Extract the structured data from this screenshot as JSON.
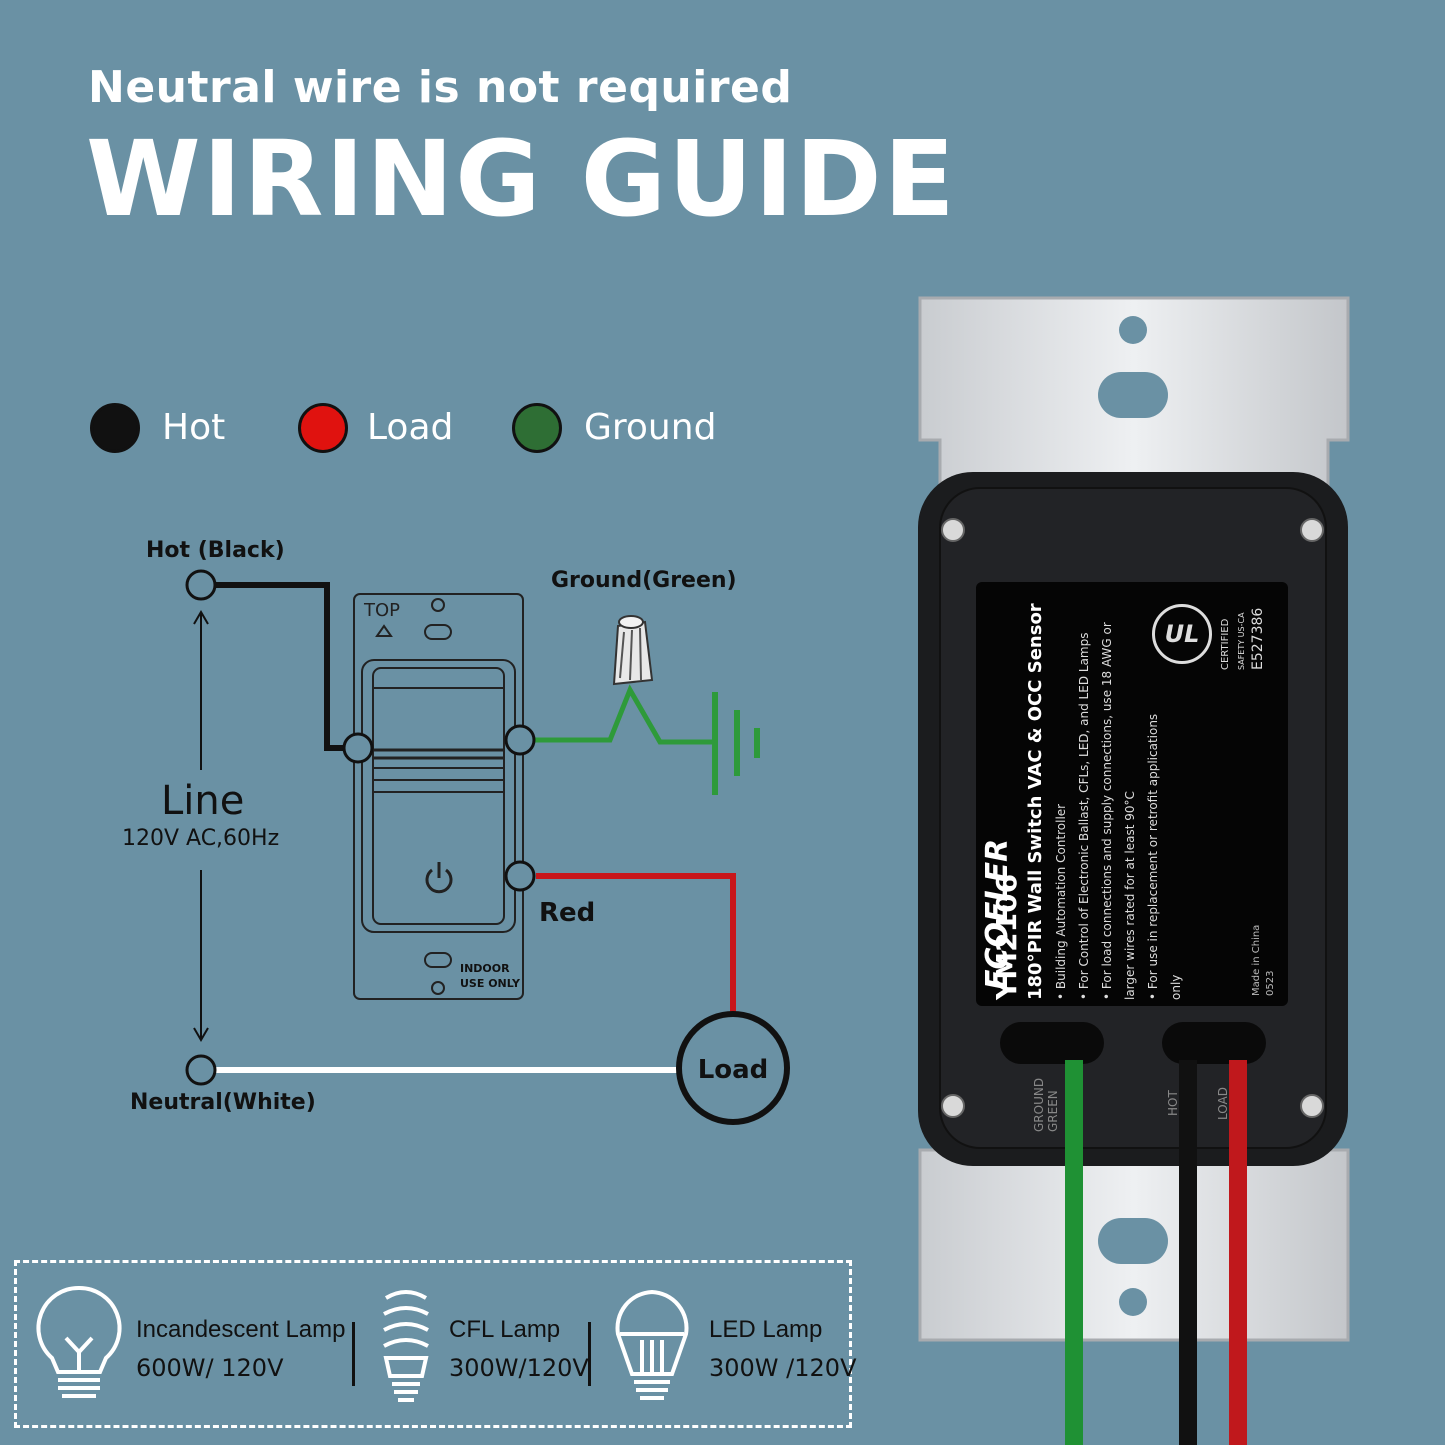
{
  "header": {
    "subtitle": "Neutral wire is not required",
    "title": "WIRING GUIDE"
  },
  "legend": [
    {
      "label": "Hot",
      "color": "#111111"
    },
    {
      "label": "Load",
      "color": "#e0120f"
    },
    {
      "label": "Ground",
      "color": "#2e6e34"
    }
  ],
  "diagram": {
    "hot_label": "Hot (Black)",
    "ground_label": "Ground(Green)",
    "line_label": "Line",
    "line_spec": "120V AC,60Hz",
    "red_label": "Red",
    "neutral_label": "Neutral(White)",
    "load_label": "Load",
    "switch_top": "TOP",
    "switch_indoor_1": "INDOOR",
    "switch_indoor_2": "USE ONLY",
    "colors": {
      "hot": "#111111",
      "ground": "#2e9a3a",
      "red": "#c8161b",
      "neutral": "#ffffff"
    }
  },
  "lamps": [
    {
      "name": "Incandescent Lamp",
      "rating": "600W/ 120V",
      "icon": "incandescent-bulb-icon"
    },
    {
      "name": "CFL Lamp",
      "rating": "300W/120V",
      "icon": "cfl-bulb-icon"
    },
    {
      "name": "LED Lamp",
      "rating": "300W /120V",
      "icon": "led-bulb-icon"
    }
  ],
  "product": {
    "brand": "ECOELER",
    "model": "YM2106",
    "description": "180°PIR Wall Switch VAC & OCC Sensor",
    "bullets": [
      "• Building Automation Controller",
      "• For Control of Electronic Ballast, CFLs, LED, and LED Lamps",
      "• For load connections and supply connections, use 18 AWG or",
      "larger wires rated for at least 90°C",
      "• For use in replacement or retrofit applications",
      "only"
    ],
    "cert_line_1": "CERTIFIED",
    "cert_line_2": "SAFETY US-CA",
    "cert_line_3": "E527386",
    "ul_mark": "UL",
    "made_in": "Made in China",
    "date_code": "0523",
    "terminal_labels": [
      "GROUND",
      "GREEN",
      "HOT",
      "LOAD"
    ]
  }
}
